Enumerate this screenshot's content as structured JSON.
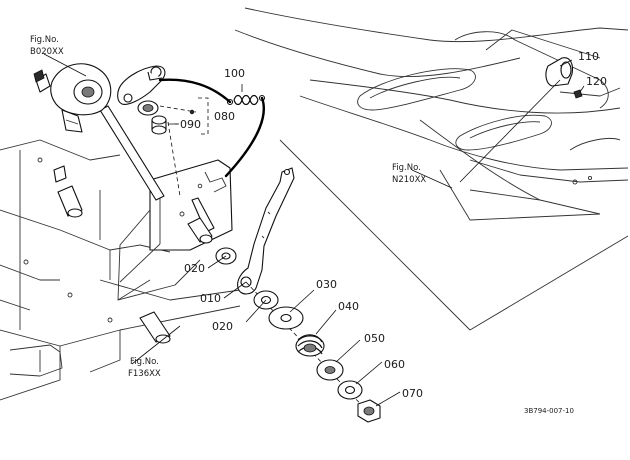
{
  "callouts": {
    "p010": "010",
    "p020a": "020",
    "p020b": "020",
    "p030": "030",
    "p040": "040",
    "p050": "050",
    "p060": "060",
    "p070": "070",
    "p080": "080",
    "p090": "090",
    "p100": "100",
    "p110": "110",
    "p120": "120"
  },
  "figure_refs": {
    "fig_label": "Fig.No.",
    "b020": "B020XX",
    "n210": "N210XX",
    "f136": "F136XX"
  },
  "drawing_id": "3B794-007-10"
}
